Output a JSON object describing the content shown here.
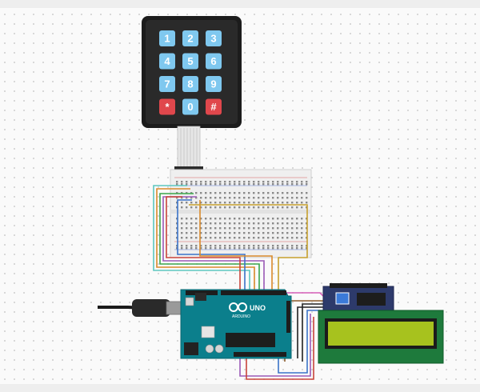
{
  "keypad": {
    "keys": [
      "1",
      "2",
      "3",
      "4",
      "5",
      "6",
      "7",
      "8",
      "9",
      "*",
      "0",
      "#"
    ],
    "digit_key_color": "#7fc8ef",
    "special_key_color": "#e0474c",
    "body_color": "#1c1c1c"
  },
  "arduino": {
    "logo_text": "UNO",
    "brand_text": "ARDUINO",
    "board_color": "#0b7f8c"
  },
  "lcd": {
    "screen_color": "#a7c21e",
    "body_color": "#1e7a3c"
  },
  "wire_colors": {
    "teal": "#5cc7bf",
    "orange": "#d98a2b",
    "green": "#3aa64b",
    "purple": "#9b5ab7",
    "red": "#c9443b",
    "blue": "#3b73c9",
    "brown": "#8a5a2a",
    "black": "#222222",
    "pink": "#d65db8",
    "gold": "#c7a02e"
  }
}
